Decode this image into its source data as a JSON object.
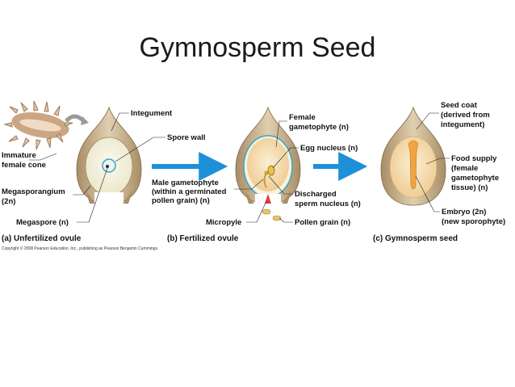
{
  "title": "Gymnosperm Seed",
  "labels": {
    "integument": "Integument",
    "spore_wall": "Spore wall",
    "immature_cone_1": "Immature",
    "immature_cone_2": "female cone",
    "megasporangium_1": "Megasporangium",
    "megasporangium_2": "(2n)",
    "megaspore": "Megaspore (n)",
    "female_gametophyte_1": "Female",
    "female_gametophyte_2": "gametophyte (n)",
    "egg_nucleus": "Egg nucleus (n)",
    "male_gametophyte_1": "Male gametophyte",
    "male_gametophyte_2": "(within a germinated",
    "male_gametophyte_3": "pollen grain) (n)",
    "discharged_1": "Discharged",
    "discharged_2": "sperm nucleus (n)",
    "micropyle": "Micropyle",
    "pollen_grain": "Pollen grain (n)",
    "seed_coat_1": "Seed coat",
    "seed_coat_2": "(derived from",
    "seed_coat_3": "integument)",
    "food_supply_1": "Food supply",
    "food_supply_2": "(female",
    "food_supply_3": "gametophyte",
    "food_supply_4": "tissue) (n)",
    "embryo_1": "Embryo (2n)",
    "embryo_2": "(new sporophyte)"
  },
  "captions": {
    "a": "(a) Unfertilized ovule",
    "b": "(b) Fertilized ovule",
    "c": "(c) Gymnosperm seed"
  },
  "copyright": "Copyright © 2008 Pearson Education, Inc., publishing as Pearson Benjamin Cummings.",
  "colors": {
    "integument": "#c9b18c",
    "integument_dark": "#8a7250",
    "nucellus": "#f4f1dc",
    "gametophyte": "#f7e2b6",
    "embryo": "#f0a640",
    "arrow": "#1e90d8",
    "cone": "#d9b89a"
  }
}
